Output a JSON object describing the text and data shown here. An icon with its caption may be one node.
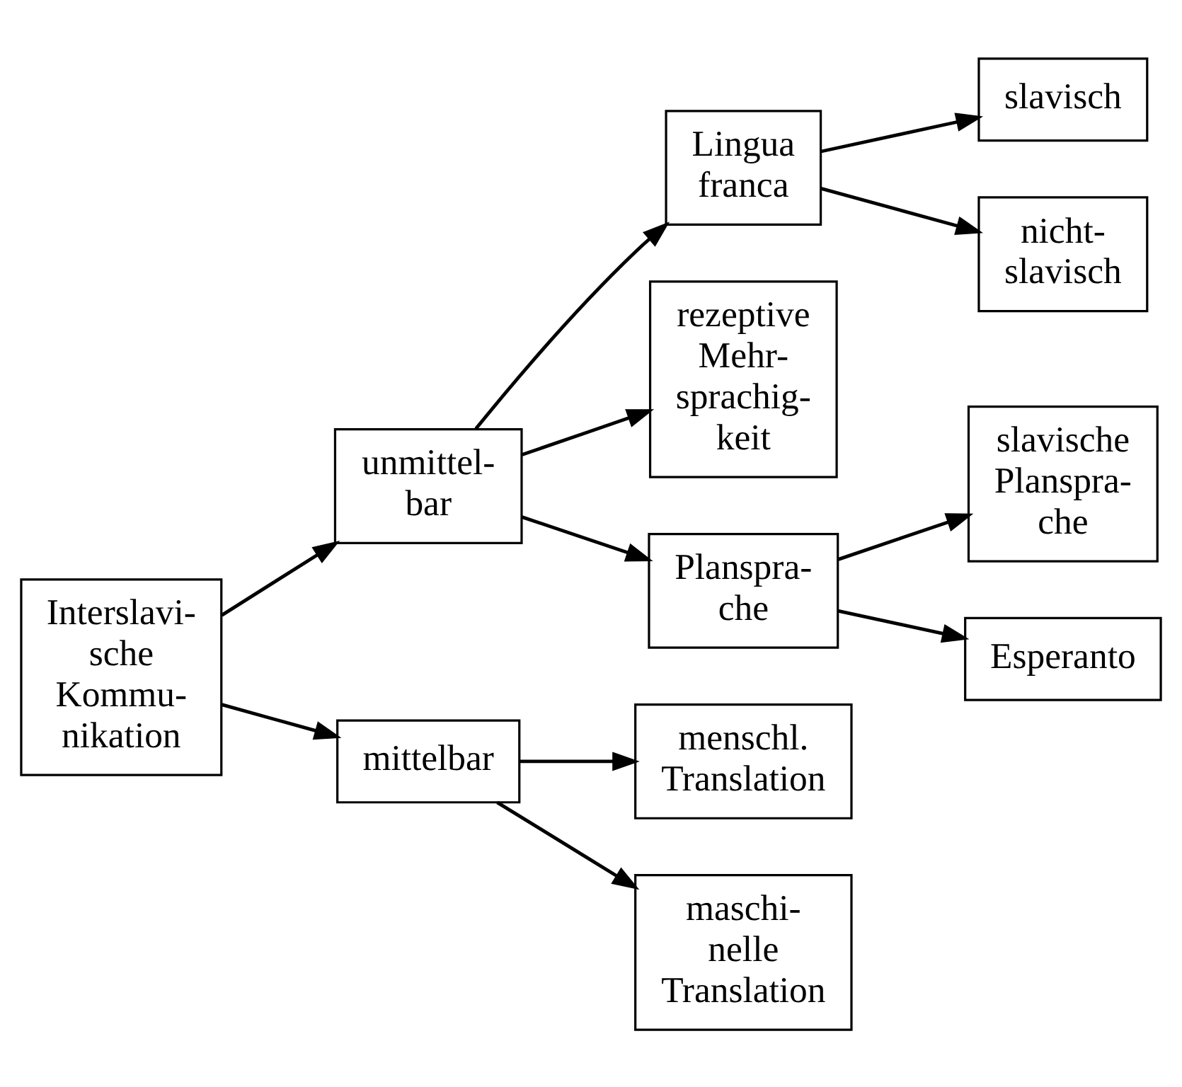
{
  "diagram": {
    "nodes": [
      {
        "text": [
          "Interslavi- sche Kommu- nikation"
        ]
      },
      {
        "text": [
          "unmittel- bar"
        ]
      },
      {
        "text": [
          "mittelbar"
        ]
      },
      {
        "text": [
          "Lingua franca"
        ]
      },
      {
        "text": [
          "rezeptive Mehr- sprachig- keit"
        ]
      },
      {
        "text": [
          "Planspra- che"
        ]
      },
      {
        "text": [
          "menschl. Translation"
        ]
      },
      {
        "text": [
          "maschi- nelle Translation"
        ]
      },
      {
        "text": [
          "slavisch"
        ]
      },
      {
        "text": [
          "nicht- slavisch"
        ]
      },
      {
        "text": [
          "slavische Planspra- che"
        ]
      },
      {
        "text": [
          "Esperanto"
        ]
      }
    ],
    "edges": [
      {
        "from": 0,
        "to": 1,
        "arrow": "to"
      },
      {
        "from": 0,
        "to": 2,
        "arrow": "to"
      },
      {
        "from": 1,
        "to": 3,
        "arrow": "to"
      },
      {
        "from": 1,
        "to": 4,
        "arrow": "to"
      },
      {
        "from": 1,
        "to": 5,
        "arrow": "to"
      },
      {
        "from": 2,
        "to": 6,
        "arrow": "to"
      },
      {
        "from": 2,
        "to": 7,
        "arrow": "to"
      },
      {
        "from": 3,
        "to": 8,
        "arrow": "to"
      },
      {
        "from": 3,
        "to": 9,
        "arrow": "to"
      },
      {
        "from": 5,
        "to": 10,
        "arrow": "to"
      },
      {
        "from": 5,
        "to": 11,
        "arrow": "to"
      }
    ]
  }
}
